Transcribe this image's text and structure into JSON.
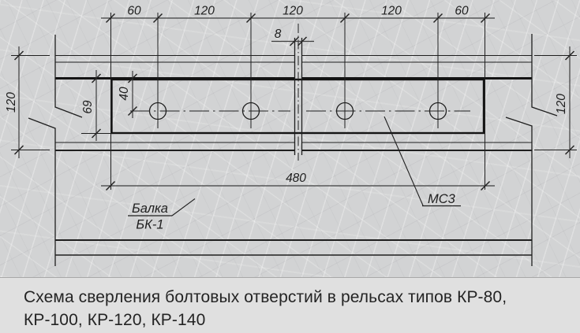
{
  "dims": {
    "top": [
      "60",
      "120",
      "120",
      "120",
      "60"
    ],
    "joint_gap": "8",
    "total_length": "480",
    "rail_height_left": "120",
    "rail_height_right": "120",
    "plate_height": "69",
    "hole_top_offset": "40"
  },
  "labels": {
    "beam_name": "Балка",
    "beam_mark": "БК-1",
    "plate_mark": "МС3"
  },
  "caption": {
    "lines": [
      "Схема сверления болтовых отверстий в рельсах типов КР-80,",
      "КР-100, КР-120, КР-140"
    ]
  },
  "colors": {
    "line": "#1f1f1f",
    "dim_line": "#3d3d3d",
    "drawing_background": "#d2d3d4",
    "caption_background": "#e0e0e0"
  }
}
